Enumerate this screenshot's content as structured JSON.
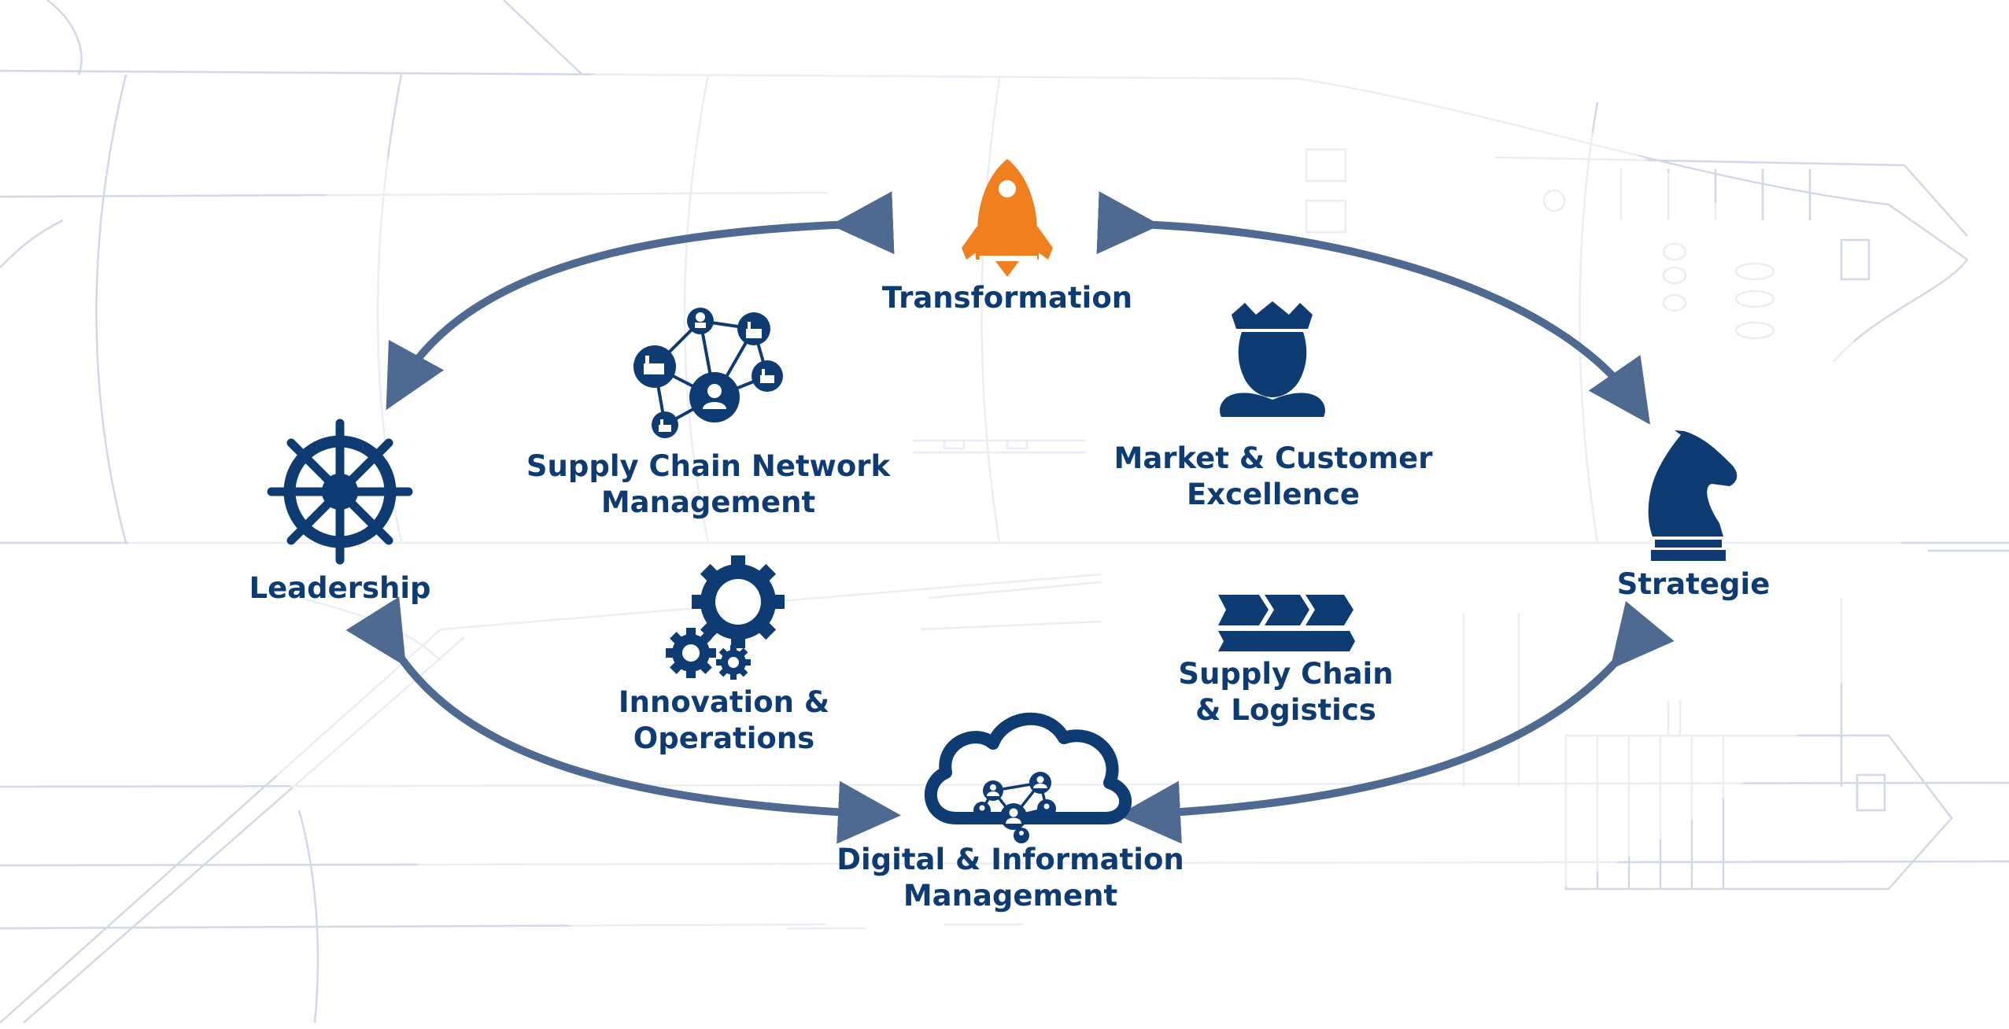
{
  "nodes": {
    "transformation": {
      "line1": "Transformation",
      "icon": "rocket-icon",
      "icon_color": "#f07f1f"
    },
    "leadership": {
      "line1": "Leadership",
      "icon": "ship-wheel-icon"
    },
    "strategie": {
      "line1": "Strategie",
      "icon": "chess-knight-icon"
    },
    "digital": {
      "line1": "Digital & Information",
      "line2": "Management",
      "icon": "cloud-network-icon"
    },
    "scnm": {
      "line1": "Supply Chain Network",
      "line2": "Management",
      "icon": "network-factory-icon"
    },
    "innovation": {
      "line1": "Innovation &",
      "line2": "Operations",
      "icon": "gears-icon"
    },
    "market": {
      "line1": "Market & Customer",
      "line2": "Excellence",
      "icon": "crowned-person-icon"
    },
    "logistics": {
      "line1": "Supply Chain",
      "line2": "& Logistics",
      "icon": "chevron-process-icon"
    }
  },
  "colors": {
    "label": "#0d3b72",
    "icon": "#0d3b72",
    "accent": "#f07f1f",
    "arrow": "#4e6a91",
    "blueprint": "#cfd4e6"
  }
}
